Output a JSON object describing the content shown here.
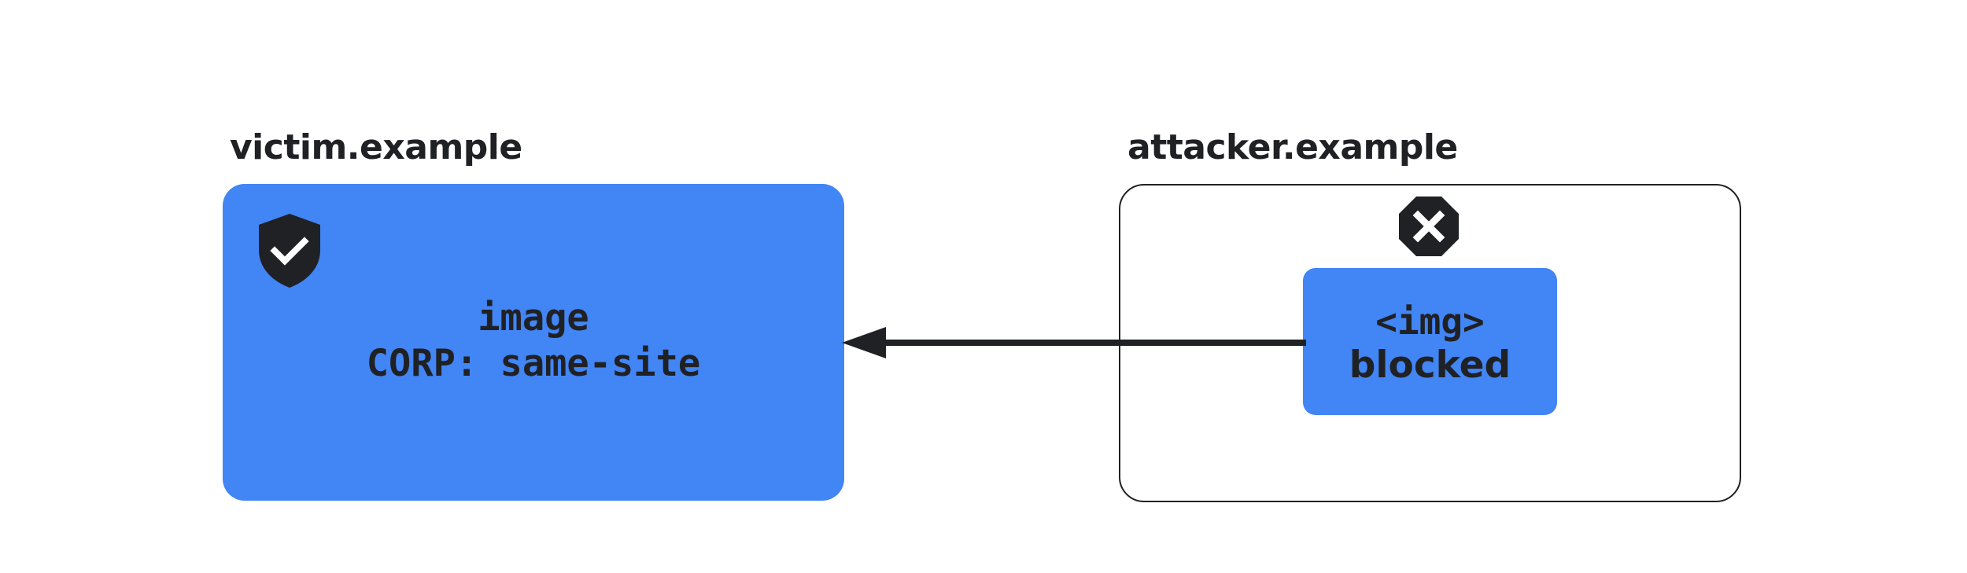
{
  "victim": {
    "origin": "victim.example",
    "resource_name": "image",
    "corp_header": "CORP: same-site",
    "status_icon": "shield-check-icon",
    "fill_color": "#4285f4"
  },
  "attacker": {
    "origin": "attacker.example",
    "element_tag": "<img>",
    "element_status": "blocked",
    "status_icon": "blocked-x-icon",
    "fill_color": "#4285f4"
  },
  "colors": {
    "text": "#202124",
    "accent_blue": "#4285f4",
    "background": "#ffffff"
  }
}
